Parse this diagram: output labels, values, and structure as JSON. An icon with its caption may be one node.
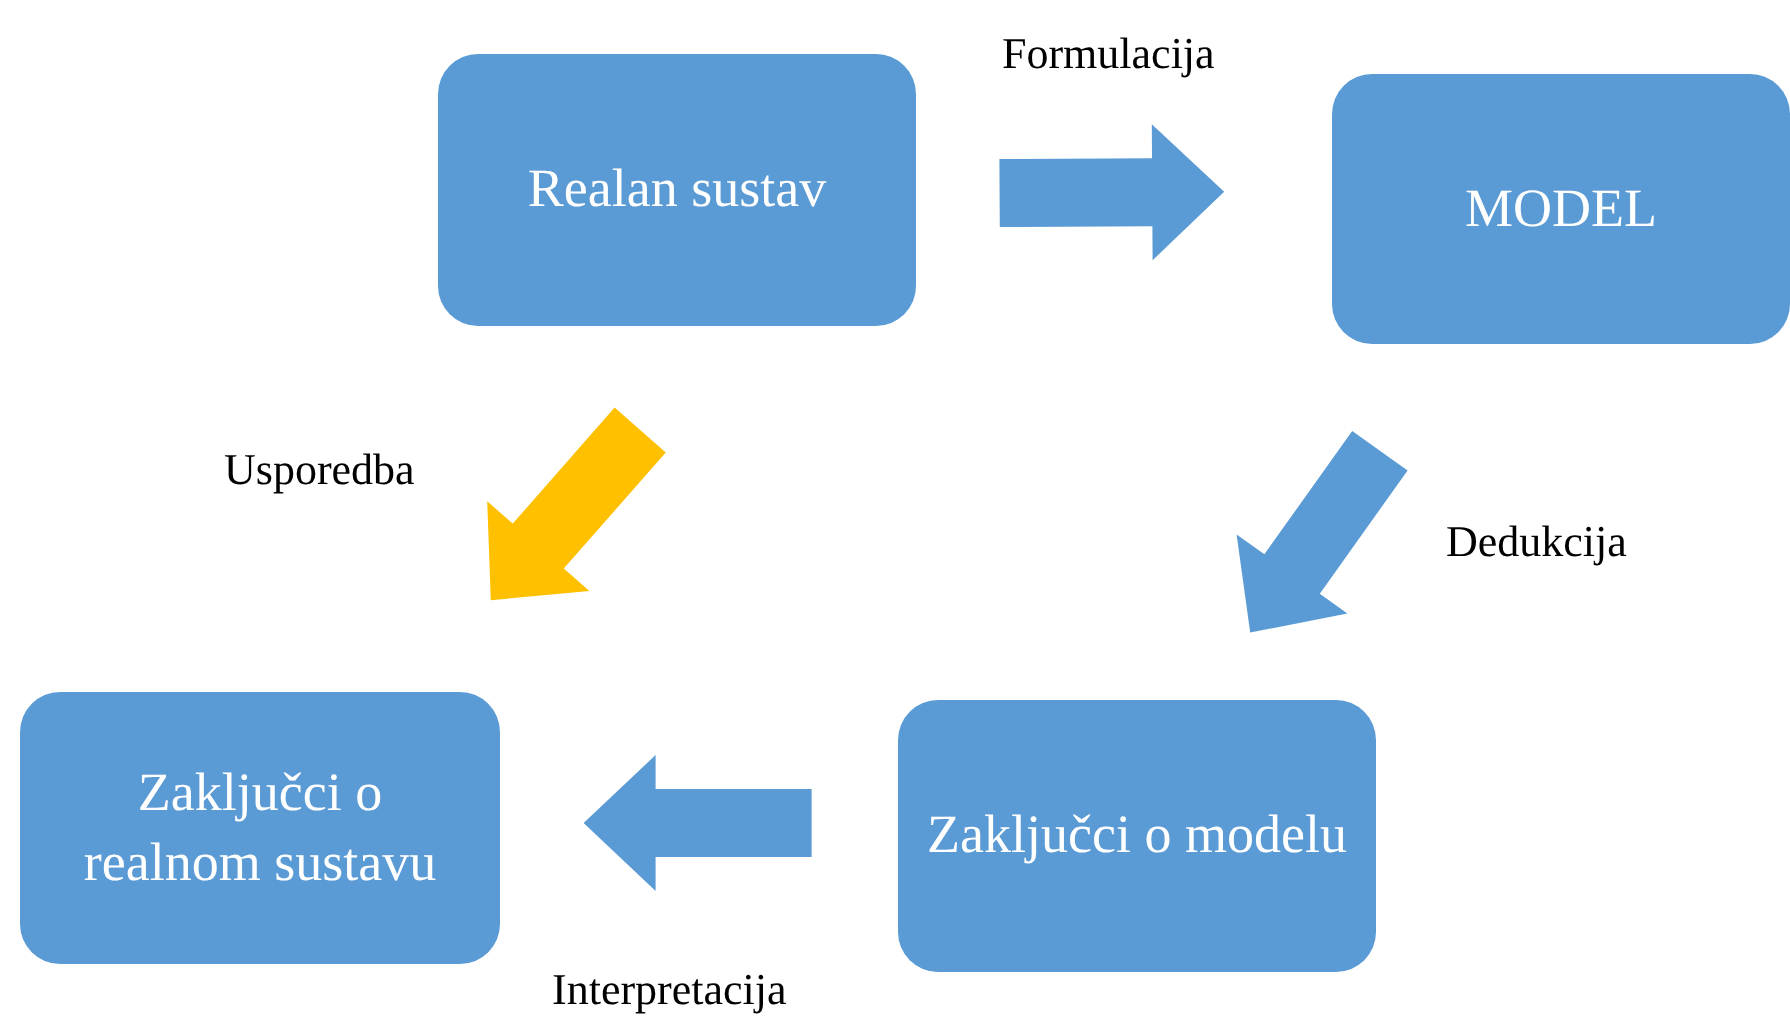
{
  "diagram": {
    "nodes": [
      {
        "text": [
          "Realan sustav"
        ]
      },
      {
        "text": [
          "MODEL"
        ]
      },
      {
        "text": [
          "Zaključci o modelu"
        ]
      },
      {
        "text": [
          "Zaključci o realnom sustavu"
        ]
      }
    ],
    "edges": [
      {
        "from": 0,
        "to": 1,
        "arrow": "to",
        "label": "Formulacija"
      },
      {
        "from": 1,
        "to": 2,
        "arrow": "to",
        "label": "Dedukcija"
      },
      {
        "from": 2,
        "to": 3,
        "arrow": "to",
        "label": "Interpretacija"
      },
      {
        "from": 0,
        "to": 3,
        "arrow": "to",
        "label": "Usporedba",
        "color": "#ffc000"
      }
    ]
  }
}
